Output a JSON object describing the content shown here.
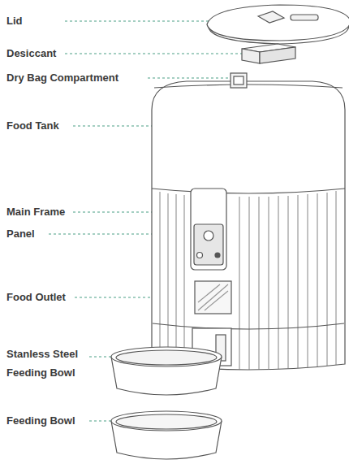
{
  "diagram": {
    "labels": [
      "Lid",
      "Desiccant",
      "Dry Bag Compartment",
      "Food Tank",
      "Main Frame",
      "Panel",
      "Food Outlet",
      "Stanless Steel Feeding Bowl",
      "Feeding Bowl"
    ]
  }
}
